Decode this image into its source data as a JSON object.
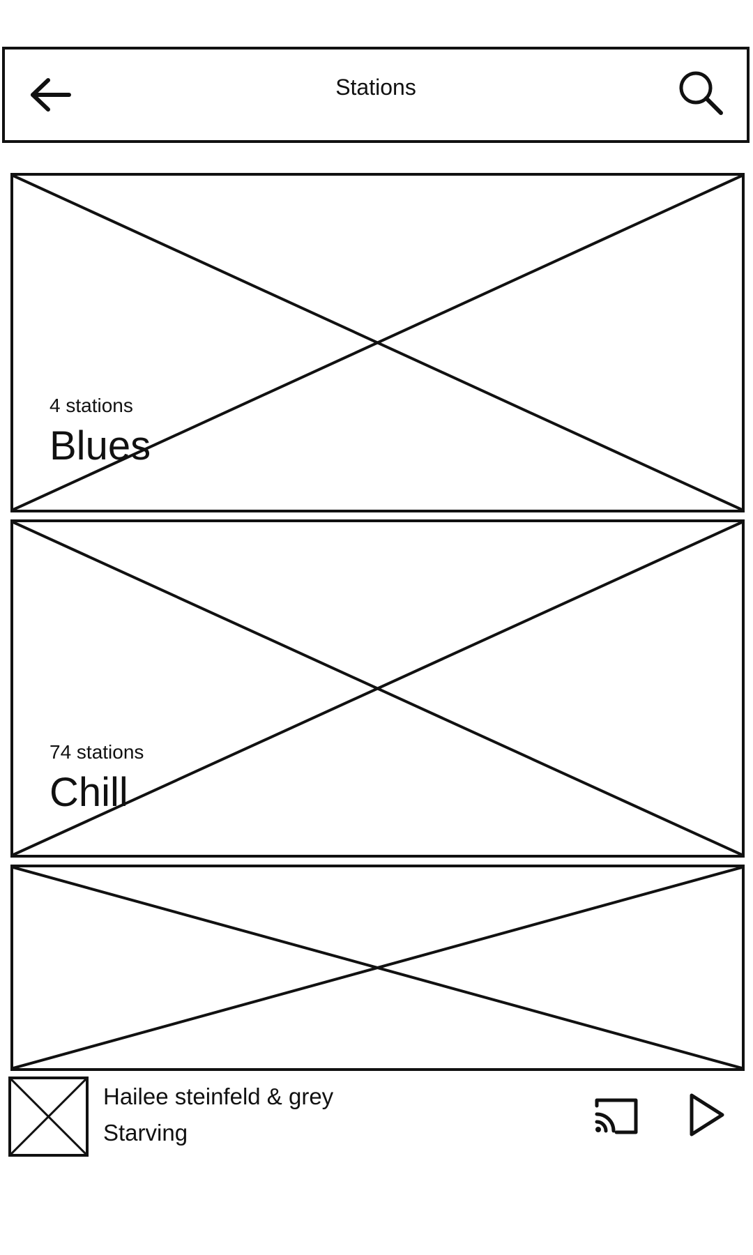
{
  "header": {
    "title": "Stations",
    "back_icon": "arrow-left-icon",
    "search_icon": "search-icon"
  },
  "stations": [
    {
      "count": "4 stations",
      "name": "Blues"
    },
    {
      "count": "74 stations",
      "name": "Chill"
    },
    {
      "count": "",
      "name": ""
    }
  ],
  "player": {
    "artist": "Hailee steinfeld & grey",
    "song": "Starving",
    "cast_icon": "cast-icon",
    "play_icon": "play-icon"
  }
}
